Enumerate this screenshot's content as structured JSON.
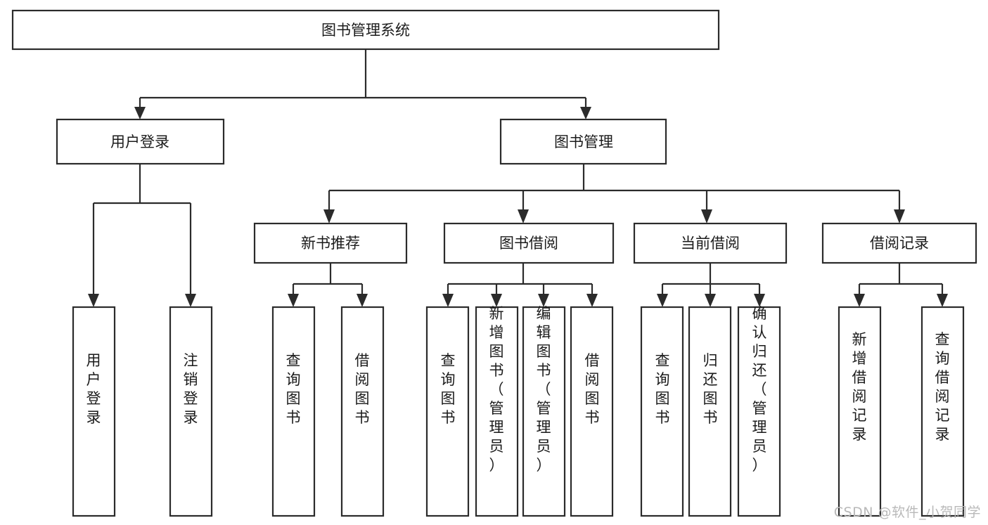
{
  "diagram": {
    "title": "图书管理系统",
    "type": "tree-hierarchy-chart",
    "watermark": "CSDN @软件_小贺同学",
    "colors": {
      "box_stroke": "#2b2b2b",
      "box_fill": "#ffffff",
      "text": "#1b1b1b",
      "background": "#ffffff",
      "watermark": "#b9b9b9"
    },
    "nodes": {
      "root": {
        "label": "图书管理系统"
      },
      "level2": [
        {
          "id": "user-login",
          "label": "用户登录"
        },
        {
          "id": "book-management",
          "label": "图书管理"
        }
      ],
      "level3": [
        {
          "id": "new-book-recommend",
          "label": "新书推荐"
        },
        {
          "id": "book-borrow",
          "label": "图书借阅"
        },
        {
          "id": "current-borrow",
          "label": "当前借阅"
        },
        {
          "id": "borrow-record",
          "label": "借阅记录"
        }
      ],
      "leaves": {
        "user-login": [
          {
            "id": "leaf-user-login",
            "label": "用户登录"
          },
          {
            "id": "leaf-logout-login",
            "label": "注销登录"
          }
        ],
        "new-book-recommend": [
          {
            "id": "leaf-query-book-1",
            "label": "查询图书"
          },
          {
            "id": "leaf-borrow-book-1",
            "label": "借阅图书"
          }
        ],
        "book-borrow": [
          {
            "id": "leaf-query-book-2",
            "label": "查询图书"
          },
          {
            "id": "leaf-add-book",
            "label": "新增图书（管理员）"
          },
          {
            "id": "leaf-edit-book",
            "label": "编辑图书（管理员）"
          },
          {
            "id": "leaf-borrow-book-2",
            "label": "借阅图书"
          }
        ],
        "current-borrow": [
          {
            "id": "leaf-query-book-3",
            "label": "查询图书"
          },
          {
            "id": "leaf-return-book",
            "label": "归还图书"
          },
          {
            "id": "leaf-confirm-return",
            "label": "确认归还（管理员）"
          }
        ],
        "borrow-record": [
          {
            "id": "leaf-add-borrow-record",
            "label": "新增借阅记录"
          },
          {
            "id": "leaf-query-borrow-record",
            "label": "查询借阅记录"
          }
        ]
      }
    }
  }
}
